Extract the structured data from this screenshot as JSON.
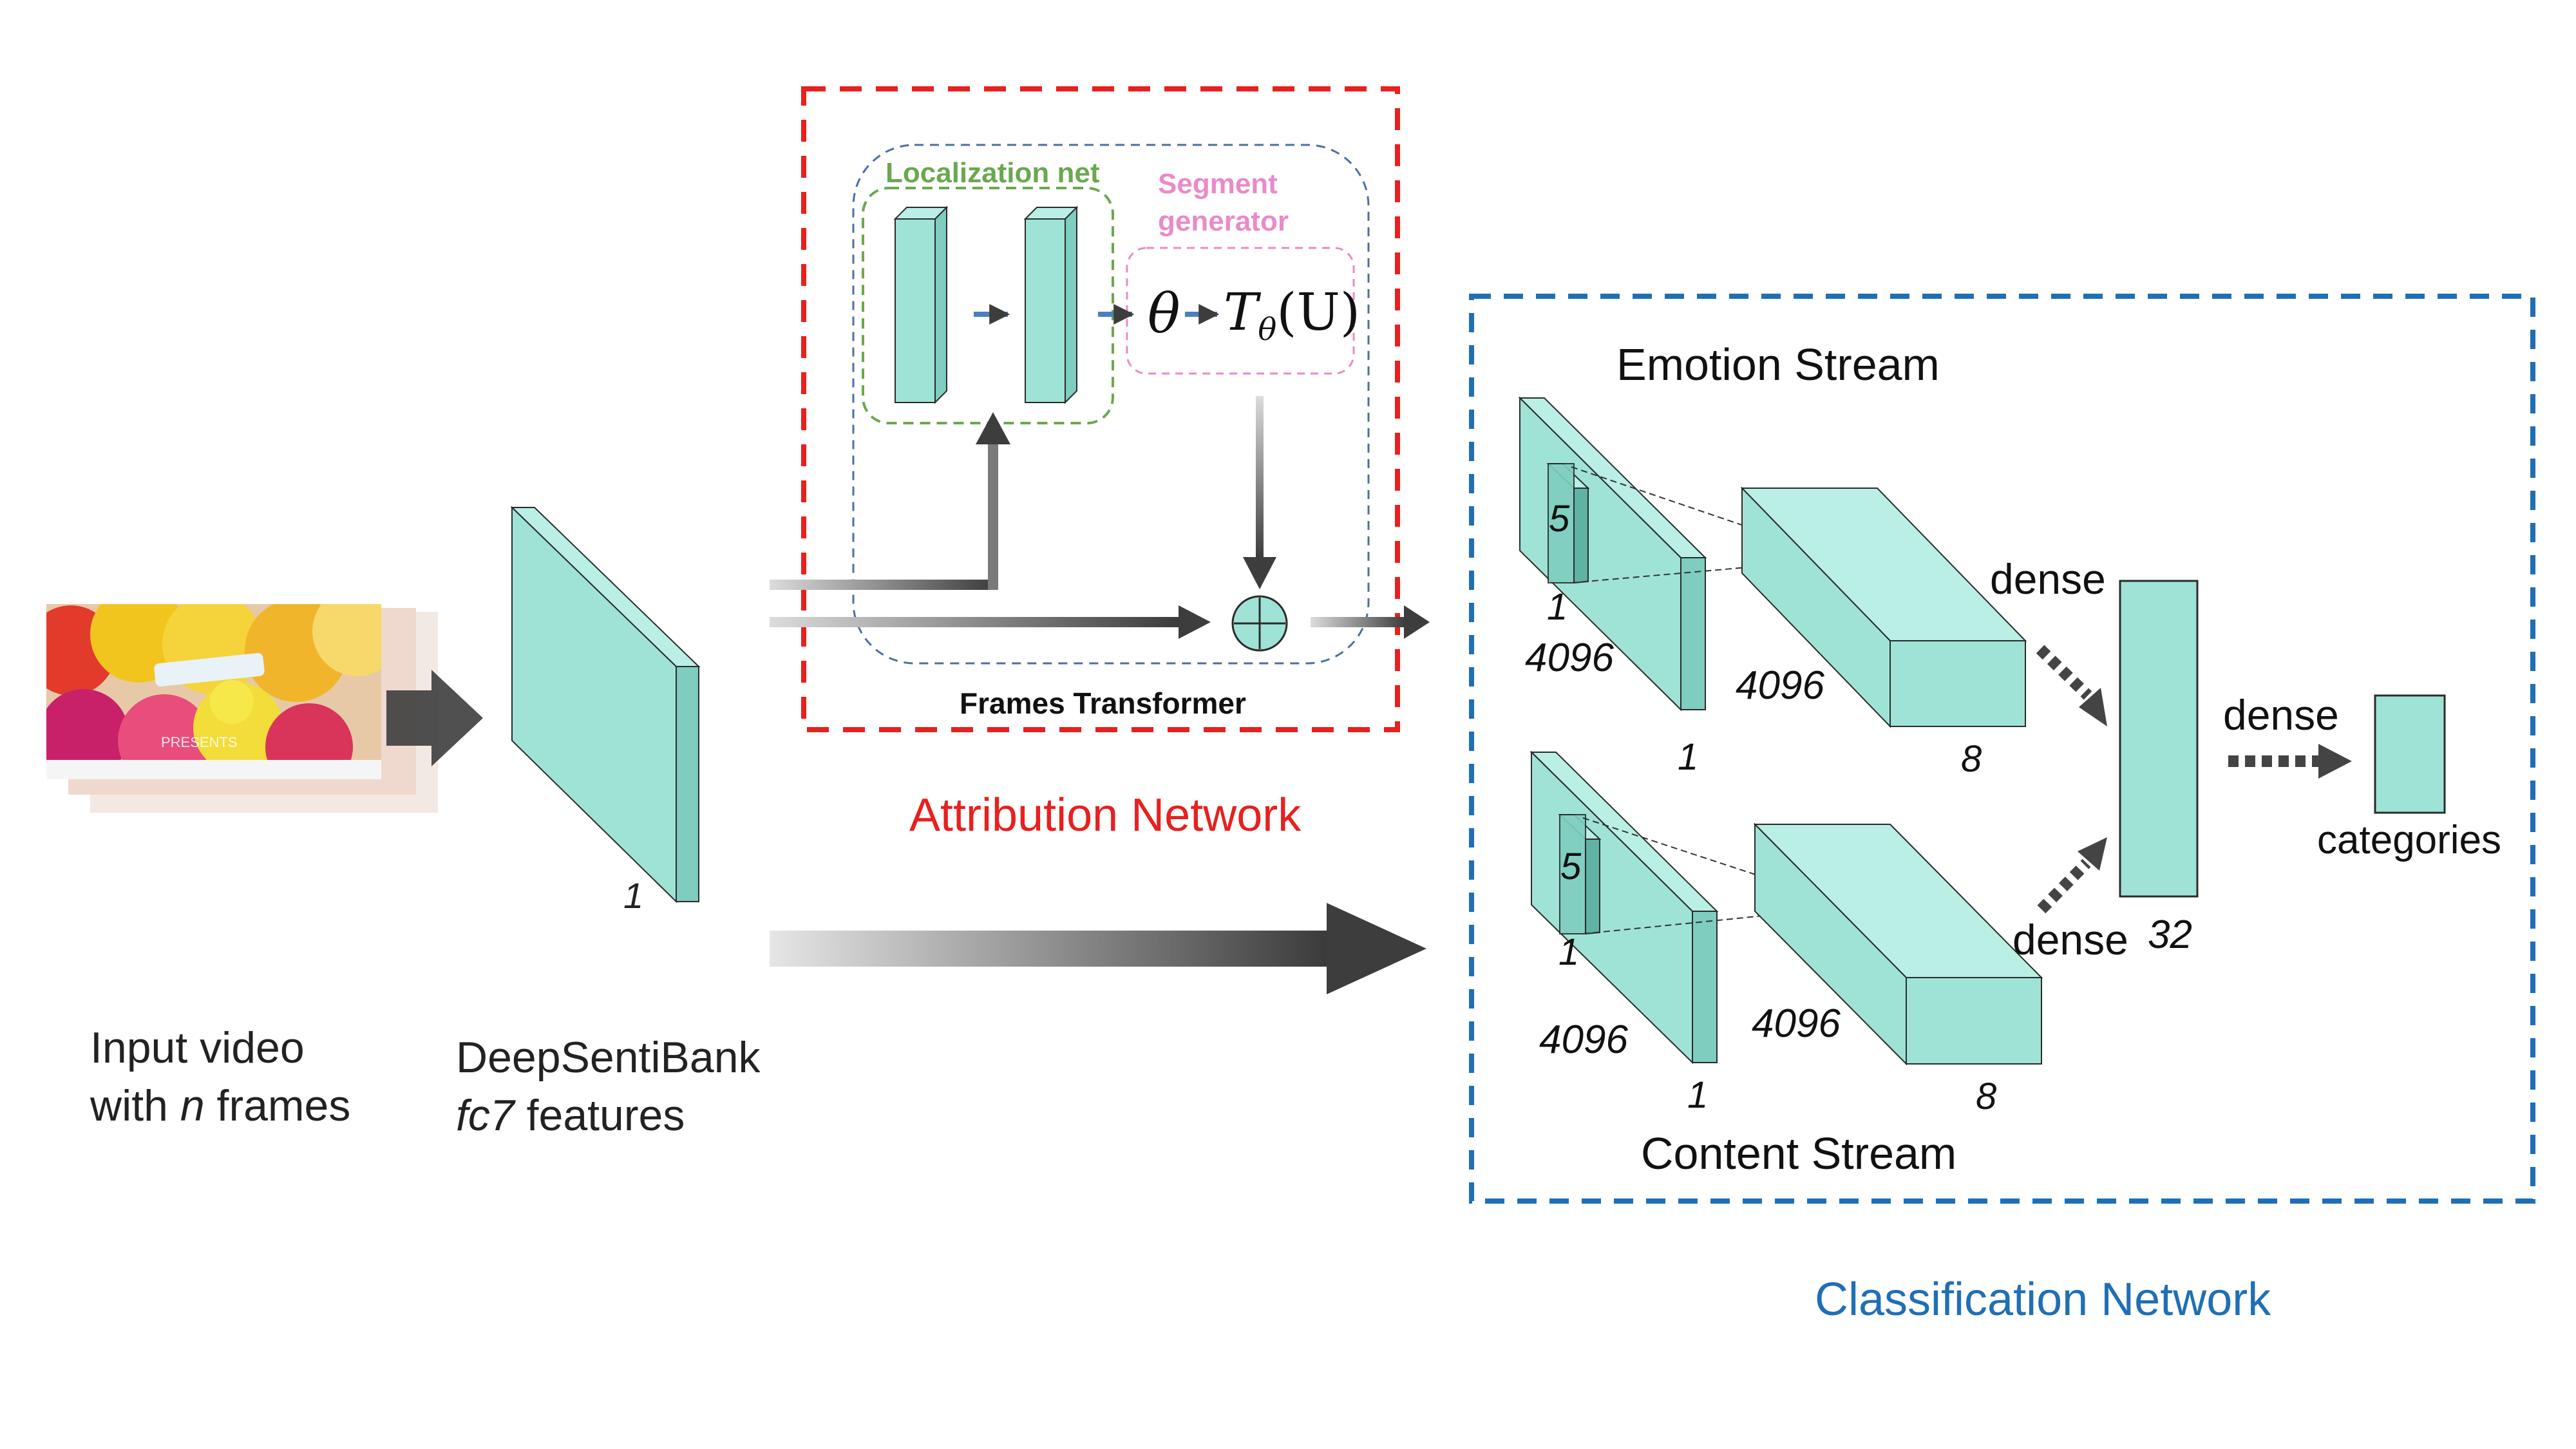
{
  "input": {
    "label_line1": "Input video",
    "label_line2_pre": "with ",
    "label_line2_var": "n",
    "label_line2_post": " frames",
    "balloon_banner": "",
    "photo_text": "PRESENTS"
  },
  "features": {
    "label_line1": "DeepSentiBank",
    "label_line2_var": "fc7",
    "label_line2_post": " features",
    "dim": "1"
  },
  "attribution": {
    "title": "Attribution Network",
    "frames_transformer": "Frames Transformer",
    "localization": "Localization net",
    "segment_line1": "Segment",
    "segment_line2": "generator",
    "theta": "θ",
    "transform_T": "T",
    "transform_sub": "θ",
    "transform_arg": "(U)"
  },
  "classification": {
    "title": "Classification Network",
    "emotion_stream": "Emotion Stream",
    "content_stream": "Content Stream",
    "emotion": {
      "kernel": "5",
      "kernel_w": "1",
      "in_dim": "4096",
      "in_w": "1",
      "out_dim": "4096",
      "out_w": "8",
      "dense": "dense"
    },
    "content": {
      "kernel": "5",
      "kernel_w": "1",
      "in_dim": "4096",
      "in_w": "1",
      "out_dim": "4096",
      "out_w": "8",
      "dense": "dense"
    },
    "merge_dim": "32",
    "final_dense": "dense",
    "output": "categories"
  },
  "colors": {
    "layer_front": "#9fe3d6",
    "layer_side": "#7ecdbe",
    "layer_top": "#b9efe5",
    "attribution_border": "#e8201e",
    "classification_border": "#1f6fb5",
    "localization_border": "#6aa84f",
    "segment_border": "#e98ac9",
    "transformer_border": "#4a6fa5",
    "arrow_dark": "#3d3d3d"
  }
}
